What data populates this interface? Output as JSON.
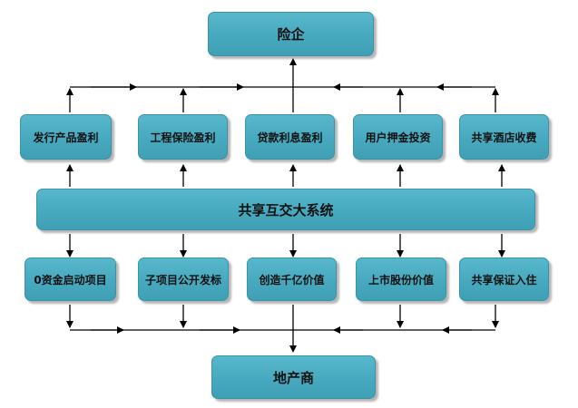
{
  "colors": {
    "box_fill": "#4aacc2",
    "box_border": "#3a93a8",
    "line": "#000000"
  },
  "top": {
    "label": "险企"
  },
  "upper_row": [
    {
      "label": "发行产品盈利"
    },
    {
      "label": "工程保险盈利"
    },
    {
      "label": "贷款利息盈利"
    },
    {
      "label": "用户押金投资"
    },
    {
      "label": "共享酒店收费"
    }
  ],
  "center": {
    "label": "共享互交大系统"
  },
  "lower_row": [
    {
      "label": "0资金启动项目"
    },
    {
      "label": "子项目公开发标"
    },
    {
      "label": "创造千亿价值"
    },
    {
      "label": "上市股份价值"
    },
    {
      "label": "共享保证入住"
    }
  ],
  "bottom": {
    "label": "地产商"
  }
}
